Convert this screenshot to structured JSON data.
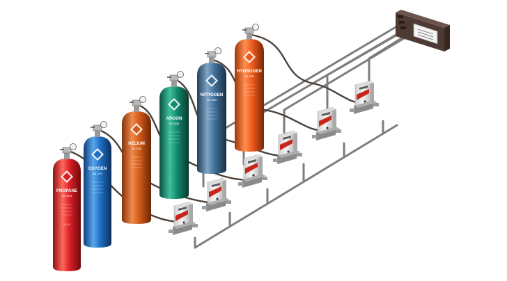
{
  "cylinders": [
    {
      "id": "propane",
      "label": "PROPANE",
      "sub": "UN 1978",
      "fine": "20 KG",
      "color": "#d91f25",
      "dark": "#8e0f13",
      "light": "#ff6a5e"
    },
    {
      "id": "oxygen",
      "label": "OXYGEN",
      "sub": "UN 1072",
      "fine": "",
      "color": "#1f6fc4",
      "dark": "#0e3f7a",
      "light": "#5aa7ec"
    },
    {
      "id": "helium",
      "label": "HELIUM",
      "sub": "UN 1046",
      "fine": "",
      "color": "#d05a1a",
      "dark": "#86320a",
      "light": "#f08c4c"
    },
    {
      "id": "argon",
      "label": "ARGON",
      "sub": "UN 1006",
      "fine": "",
      "color": "#138a6d",
      "dark": "#0a5241",
      "light": "#3fc09c"
    },
    {
      "id": "nitrogen",
      "label": "NITROGEN",
      "sub": "UN 1066",
      "fine": "",
      "color": "#3f6f98",
      "dark": "#233f5a",
      "light": "#7fa6c8"
    },
    {
      "id": "hydrogen",
      "label": "HYDROGEN",
      "sub": "UN 1049",
      "fine": "",
      "color": "#ee5a1c",
      "dark": "#a0340a",
      "light": "#ff9050"
    }
  ],
  "controller": {
    "label": ""
  },
  "colors": {
    "pipe": "#7d7d7d",
    "hose": "#4a4038",
    "mfc_body": "#e9e9e9",
    "mfc_accent": "#c8261b",
    "controller_box": "#4d3a33"
  }
}
